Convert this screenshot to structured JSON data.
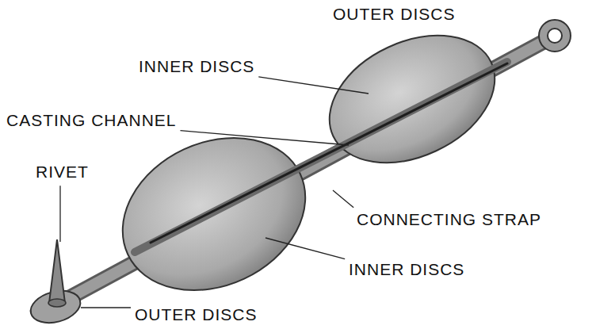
{
  "diagram": {
    "labels": [
      "OUTER DISCS",
      "INNER DISCS",
      "CASTING CHANNEL",
      "RIVET",
      "CONNECTING STRAP",
      "INNER DISCS",
      "OUTER DISCS"
    ]
  }
}
